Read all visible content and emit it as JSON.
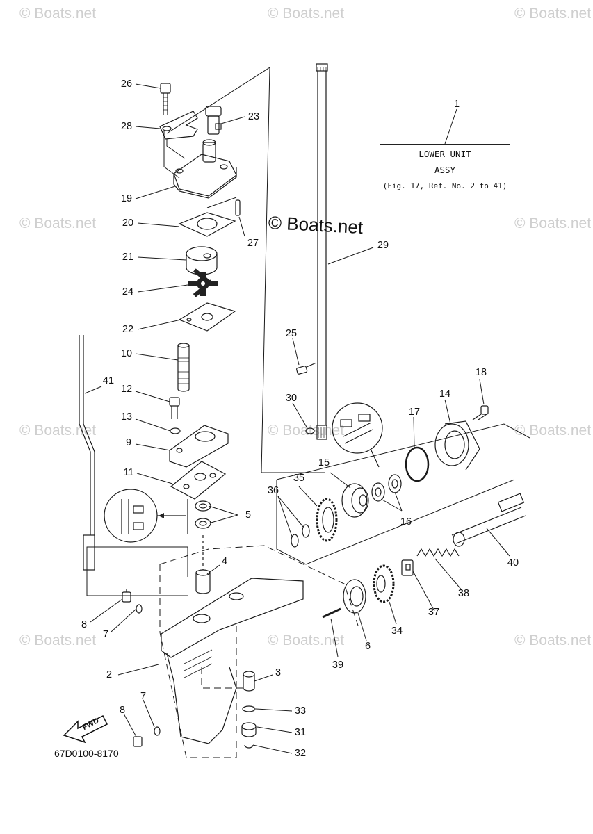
{
  "watermark": "© Boats.net",
  "center_watermark": "© Boats.net",
  "assembly_box": {
    "callout": "1",
    "line1": "LOWER UNIT",
    "line2": "ASSY",
    "line3": "(Fig. 17, Ref. No. 2 to 41)"
  },
  "part_code": "67D0100-8170",
  "fwd_label": "FWD",
  "callouts": [
    "26",
    "28",
    "23",
    "19",
    "20",
    "27",
    "21",
    "24",
    "22",
    "29",
    "25",
    "10",
    "41",
    "12",
    "13",
    "9",
    "30",
    "18",
    "14",
    "17",
    "11",
    "15",
    "35",
    "36",
    "16",
    "5",
    "4",
    "40",
    "8",
    "7",
    "38",
    "37",
    "2",
    "6",
    "34",
    "39",
    "3",
    "7",
    "8",
    "33",
    "31",
    "32"
  ]
}
